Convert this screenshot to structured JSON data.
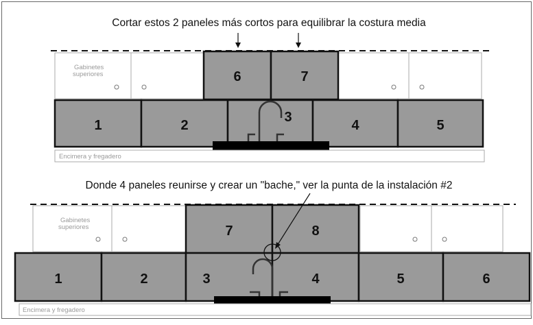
{
  "top": {
    "caption": "Cortar estos 2 paneles más cortos para equilibrar la costura media",
    "cabinets_label_line1": "Gabinetes",
    "cabinets_label_line2": "superiores",
    "upper_panels": [
      "6",
      "7"
    ],
    "base_panels": [
      "1",
      "2",
      "3",
      "4",
      "5"
    ],
    "counter_label": "Encimera y fregadero"
  },
  "bottom": {
    "caption": "Donde 4 paneles reunirse y crear un \"bache,\" ver la punta de la instalación #2",
    "cabinets_label_line1": "Gabinetes",
    "cabinets_label_line2": "superiores",
    "upper_panels": [
      "7",
      "8"
    ],
    "base_panels": [
      "1",
      "2",
      "3",
      "4",
      "5",
      "6"
    ],
    "counter_label": "Encimera y fregadero"
  }
}
